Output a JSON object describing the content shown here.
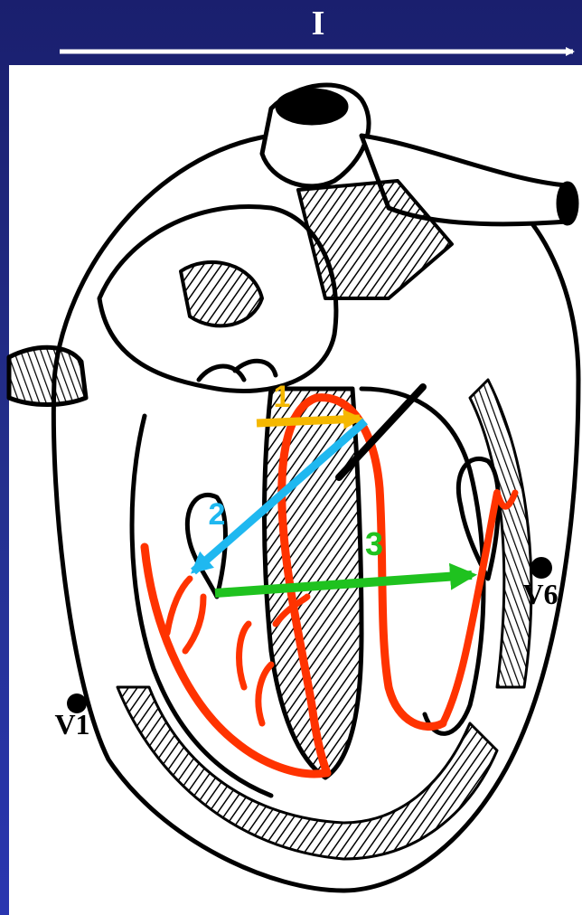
{
  "header": {
    "lead_label": "I"
  },
  "labels": {
    "v1": "V1",
    "v6": "V6",
    "vector_1": "1",
    "vector_2": "2",
    "vector_3": "3"
  },
  "colors": {
    "background": "#24308f",
    "panel": "#ffffff",
    "outline": "#000000",
    "conduction": "#ff3300",
    "vector_1": "#f5b800",
    "vector_2": "#1fb8f0",
    "vector_3": "#1fc21f",
    "lead_arrow": "#ffffff"
  }
}
